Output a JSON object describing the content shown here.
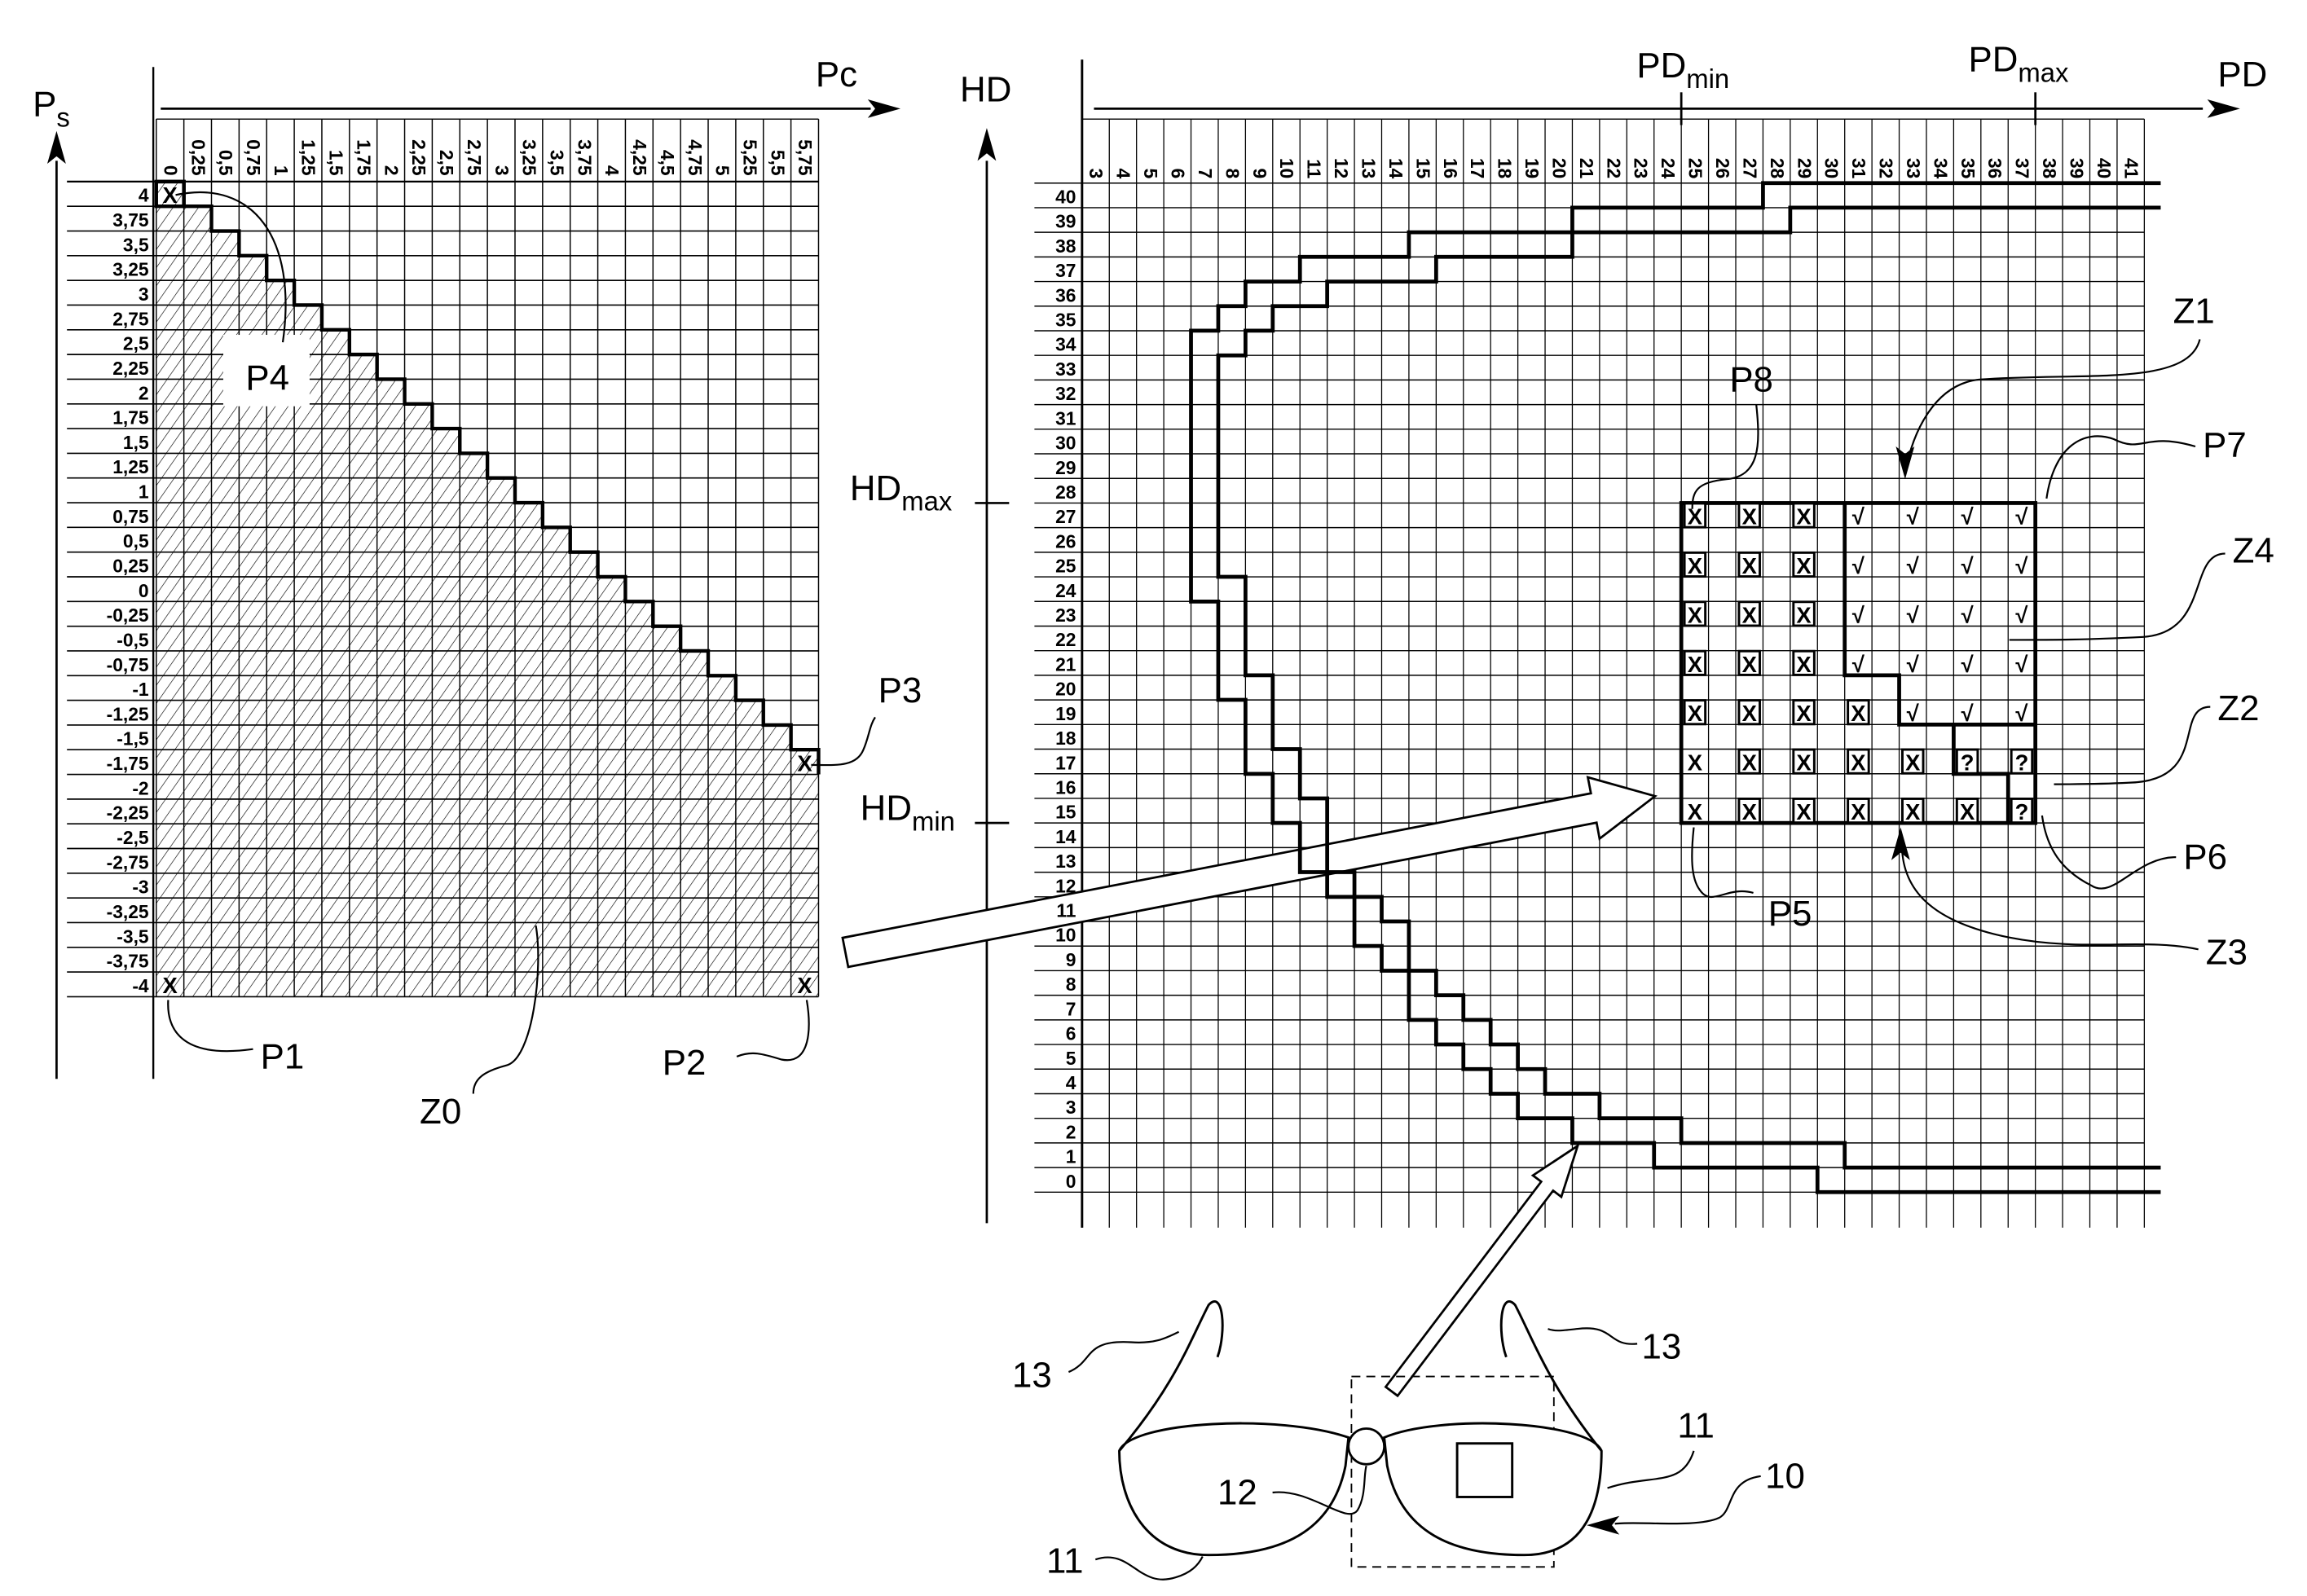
{
  "left_chart": {
    "x_axis_label": "Pc",
    "y_axis_label": {
      "main": "P",
      "sub": "s"
    },
    "x_ticks": [
      "0",
      "0,25",
      "0,5",
      "0,75",
      "1",
      "1,25",
      "1,5",
      "1,75",
      "2",
      "2,25",
      "2,5",
      "2,75",
      "3",
      "3,25",
      "3,5",
      "3,75",
      "4",
      "4,25",
      "4,5",
      "4,75",
      "5",
      "5,25",
      "5,5",
      "5,75"
    ],
    "y_ticks": [
      "4",
      "3,75",
      "3,5",
      "3,25",
      "3",
      "2,75",
      "2,5",
      "2,25",
      "2",
      "1,75",
      "1,5",
      "1,25",
      "1",
      "0,75",
      "0,5",
      "0,25",
      "0",
      "-0,25",
      "-0,5",
      "-0,75",
      "-1",
      "-1,25",
      "-1,5",
      "-1,75",
      "-2",
      "-2,25",
      "-2,5",
      "-2,75",
      "-3",
      "-3,25",
      "-3,5",
      "-3,75",
      "-4"
    ],
    "zone_label": "Z0",
    "points": {
      "P1": "P1",
      "P2": "P2",
      "P3": "P3",
      "P4": "P4"
    },
    "point_marker": "X"
  },
  "right_chart": {
    "x_axis_label": "PD",
    "y_axis_label": "HD",
    "pd_min": {
      "main": "PD",
      "sub": "min"
    },
    "pd_max": {
      "main": "PD",
      "sub": "max"
    },
    "hd_min": {
      "main": "HD",
      "sub": "min"
    },
    "hd_max": {
      "main": "HD",
      "sub": "max"
    },
    "x_ticks": [
      "3",
      "4",
      "5",
      "6",
      "7",
      "8",
      "9",
      "10",
      "11",
      "12",
      "13",
      "14",
      "15",
      "16",
      "17",
      "18",
      "19",
      "20",
      "21",
      "22",
      "23",
      "24",
      "25",
      "26",
      "27",
      "28",
      "29",
      "30",
      "31",
      "32",
      "33",
      "34",
      "35",
      "36",
      "37",
      "38",
      "39",
      "40",
      "41"
    ],
    "y_ticks": [
      "40",
      "39",
      "38",
      "37",
      "36",
      "35",
      "34",
      "33",
      "32",
      "31",
      "30",
      "29",
      "28",
      "27",
      "26",
      "25",
      "24",
      "23",
      "22",
      "21",
      "20",
      "19",
      "18",
      "17",
      "16",
      "15",
      "14",
      "13",
      "12",
      "11",
      "10",
      "9",
      "8",
      "7",
      "6",
      "5",
      "4",
      "3",
      "2",
      "1",
      "0"
    ],
    "labels": {
      "Z1": "Z1",
      "Z2": "Z2",
      "Z3": "Z3",
      "Z4": "Z4",
      "P5": "P5",
      "P6": "P6",
      "P7": "P7",
      "P8": "P8"
    },
    "marks": {
      "pd_columns": [
        25,
        27,
        29,
        31,
        33,
        35,
        37
      ],
      "hd_rows": [
        27,
        25,
        23,
        21,
        19,
        17,
        15
      ],
      "grid": [
        [
          "X",
          "X",
          "X",
          "√",
          "√",
          "√",
          "√"
        ],
        [
          "X",
          "X",
          "X",
          "√",
          "√",
          "√",
          "√"
        ],
        [
          "X",
          "X",
          "X",
          "√",
          "√",
          "√",
          "√"
        ],
        [
          "X",
          "X",
          "X",
          "√",
          "√",
          "√",
          "√"
        ],
        [
          "X",
          "X",
          "X",
          "X",
          "√",
          "√",
          "√"
        ],
        [
          "X",
          "X",
          "X",
          "X",
          "X",
          "?",
          "?"
        ],
        [
          "X",
          "X",
          "X",
          "X",
          "X",
          "X",
          "?"
        ]
      ],
      "boxed": [
        [
          true,
          true,
          true,
          false,
          false,
          false,
          false
        ],
        [
          true,
          true,
          true,
          false,
          false,
          false,
          false
        ],
        [
          true,
          true,
          true,
          false,
          false,
          false,
          false
        ],
        [
          true,
          true,
          true,
          false,
          false,
          false,
          false
        ],
        [
          true,
          true,
          true,
          true,
          false,
          false,
          false
        ],
        [
          false,
          true,
          true,
          true,
          true,
          true,
          true
        ],
        [
          false,
          true,
          true,
          true,
          true,
          true,
          true
        ]
      ]
    }
  },
  "glasses": {
    "ref_device": "10",
    "ref_lens_right": "11",
    "ref_lens_left": "11",
    "ref_bridge": "12",
    "ref_temple_left": "13",
    "ref_temple_right": "13"
  }
}
